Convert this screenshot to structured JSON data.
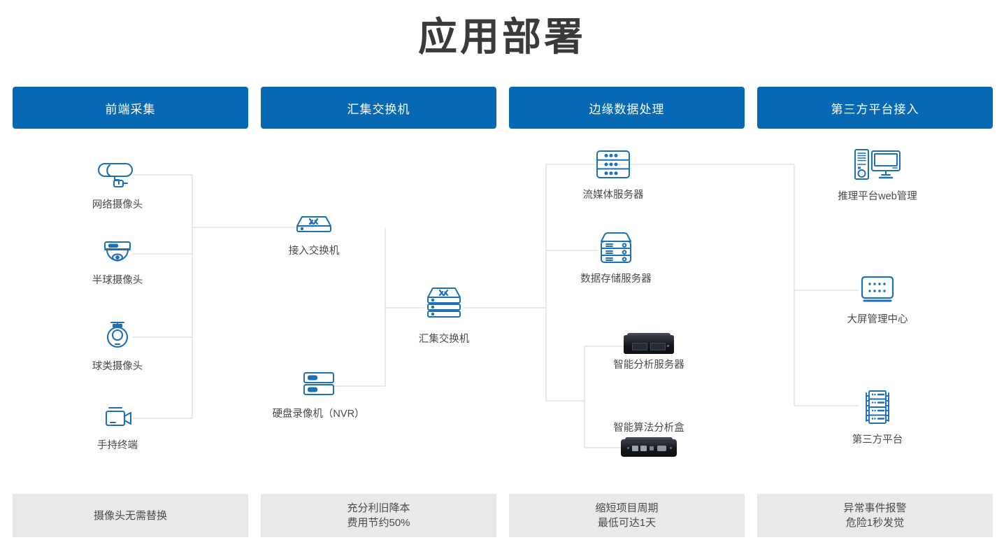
{
  "page": {
    "title": "应用部署"
  },
  "colors": {
    "header_blue": "#0768B3",
    "icon_blue": "#1D6FB8",
    "footer_bg": "#E9E9E9",
    "wire": "#D0D0D0"
  },
  "columns": [
    {
      "header": "前端采集",
      "footer": [
        "摄像头无需替换"
      ]
    },
    {
      "header": "汇集交换机",
      "footer": [
        "充分利旧降本",
        "费用节约50%"
      ]
    },
    {
      "header": "边缘数据处理",
      "footer": [
        "缩短项目周期",
        "最低可达1天"
      ]
    },
    {
      "header": "第三方平台接入",
      "footer": [
        "异常事件报警",
        "危险1秒发觉"
      ]
    }
  ],
  "nodes": {
    "ip_camera": {
      "label": "网络摄像头",
      "icon": "bullet-camera-icon"
    },
    "dome_camera": {
      "label": "半球摄像头",
      "icon": "dome-camera-icon"
    },
    "ptz_camera": {
      "label": "球类摄像头",
      "icon": "ptz-camera-icon"
    },
    "handheld": {
      "label": "手持终端",
      "icon": "camcorder-icon"
    },
    "access_switch": {
      "label": "接入交换机",
      "icon": "switch-icon"
    },
    "nvr": {
      "label": "硬盘录像机（NVR）",
      "icon": "nvr-icon"
    },
    "agg_switch": {
      "label": "汇集交换机",
      "icon": "stacked-switch-icon"
    },
    "stream_server": {
      "label": "流媒体服务器",
      "icon": "rack-server-icon"
    },
    "storage_server": {
      "label": "数据存储服务器",
      "icon": "storage-server-icon"
    },
    "analysis_server": {
      "label": "智能分析服务器",
      "icon": "analysis-server-photo-icon"
    },
    "analysis_box": {
      "label": "智能算法分析盒",
      "icon": "analysis-box-photo-icon"
    },
    "web_platform": {
      "label": "推理平台web管理",
      "icon": "desktop-pc-icon"
    },
    "video_wall": {
      "label": "大屏管理中心",
      "icon": "video-wall-icon"
    },
    "third_platform": {
      "label": "第三方平台",
      "icon": "server-rack-icon"
    }
  }
}
